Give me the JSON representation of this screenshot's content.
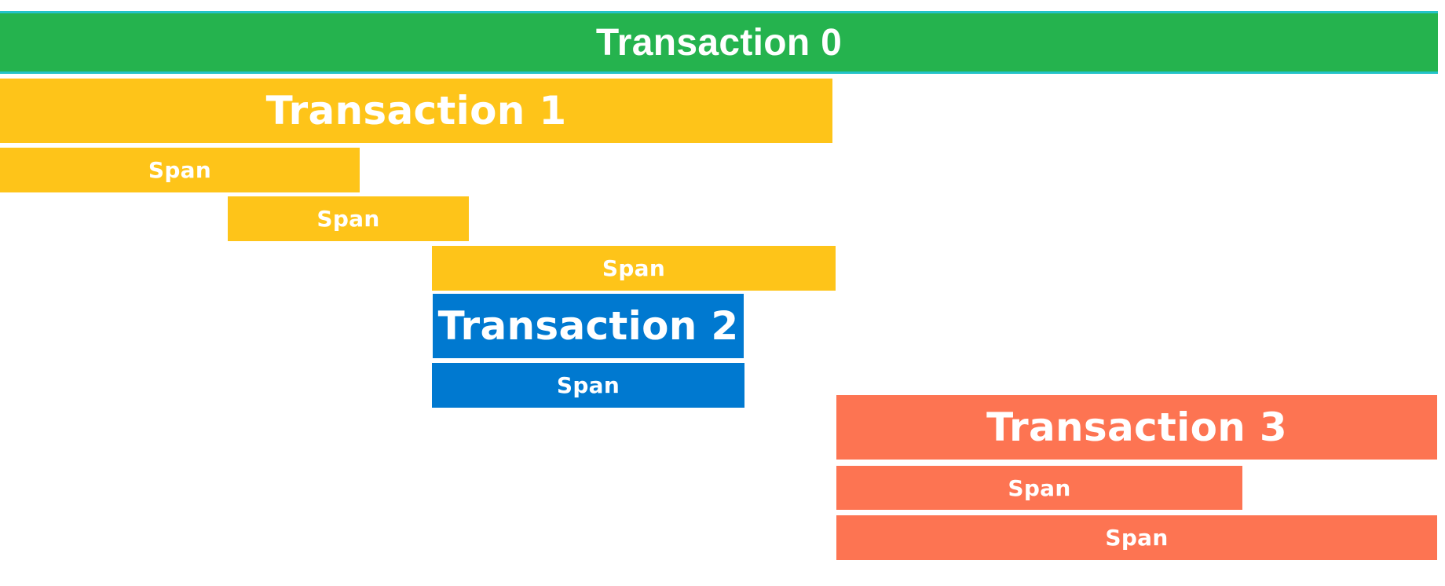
{
  "diagram": {
    "transactions": [
      {
        "label": "Transaction 0",
        "color": "#25b34e"
      },
      {
        "label": "Transaction 1",
        "color": "#fec419"
      },
      {
        "label": "Transaction 2",
        "color": "#0079d0"
      },
      {
        "label": "Transaction 3",
        "color": "#fd7452"
      }
    ],
    "spans": [
      {
        "label": "Span",
        "parent": "Transaction 1"
      },
      {
        "label": "Span",
        "parent": "Transaction 1"
      },
      {
        "label": "Span",
        "parent": "Transaction 1"
      },
      {
        "label": "Span",
        "parent": "Transaction 2"
      },
      {
        "label": "Span",
        "parent": "Transaction 3"
      },
      {
        "label": "Span",
        "parent": "Transaction 3"
      }
    ]
  }
}
